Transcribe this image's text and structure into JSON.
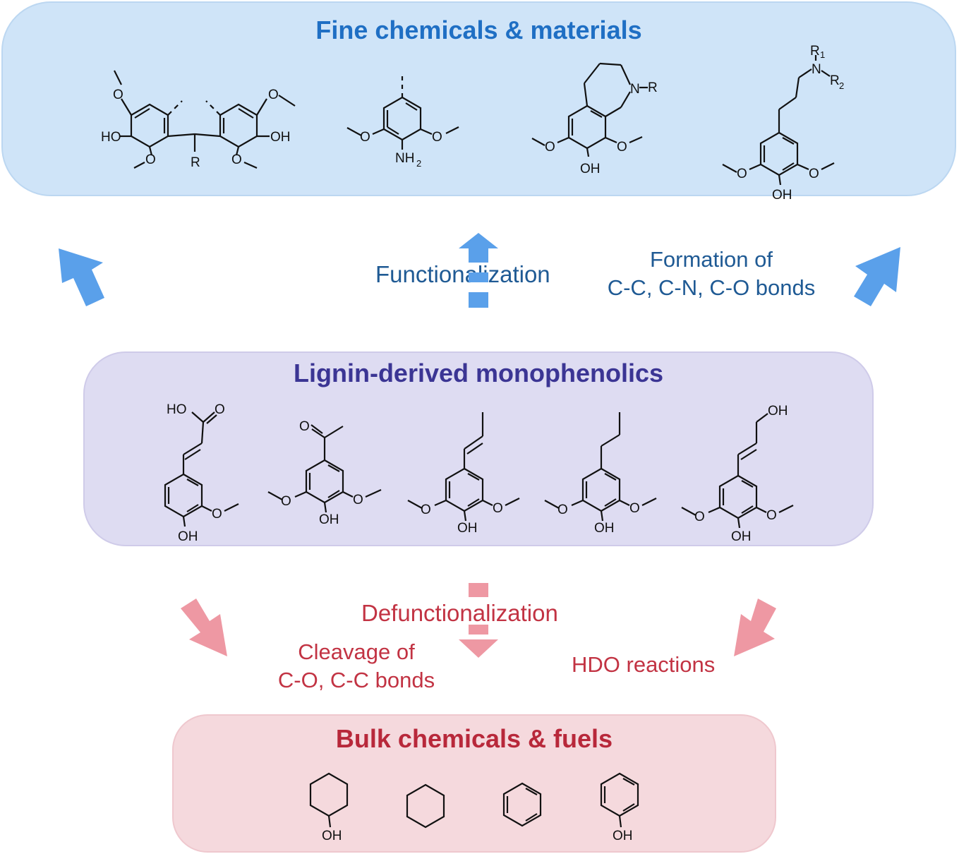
{
  "sections": {
    "fine": {
      "title": "Fine chemicals & materials"
    },
    "lignin": {
      "title": "Lignin-derived monophenolics"
    },
    "bulk": {
      "title": "Bulk chemicals & fuels"
    }
  },
  "upper": {
    "process": "Functionalization",
    "note_line1": "Formation of",
    "note_line2": "C-C, C-N, C-O bonds"
  },
  "lower": {
    "process": "Defunctionalization",
    "note_left_line1": "Cleavage of",
    "note_left_line2": "C-O, C-C bonds",
    "note_right": "HDO reactions"
  },
  "atom_labels": {
    "HO": "HO",
    "OH": "OH",
    "O": "O",
    "R": "R",
    "N": "N",
    "NH2": "NH",
    "sub2": "2",
    "R1": "R",
    "sub1": "1",
    "R2": "R"
  },
  "colors": {
    "fine_panel": "#cfe4f8",
    "lignin_panel": "#dedcf2",
    "bulk_panel": "#f5d9dd",
    "blue_arrow": "#5aa0ea",
    "red_arrow": "#ee98a3",
    "fine_title": "#1f6fc4",
    "lignin_title": "#3b3594",
    "bulk_title": "#b8283a"
  },
  "icons": [
    "arrow-up-icon",
    "arrow-down-icon"
  ]
}
